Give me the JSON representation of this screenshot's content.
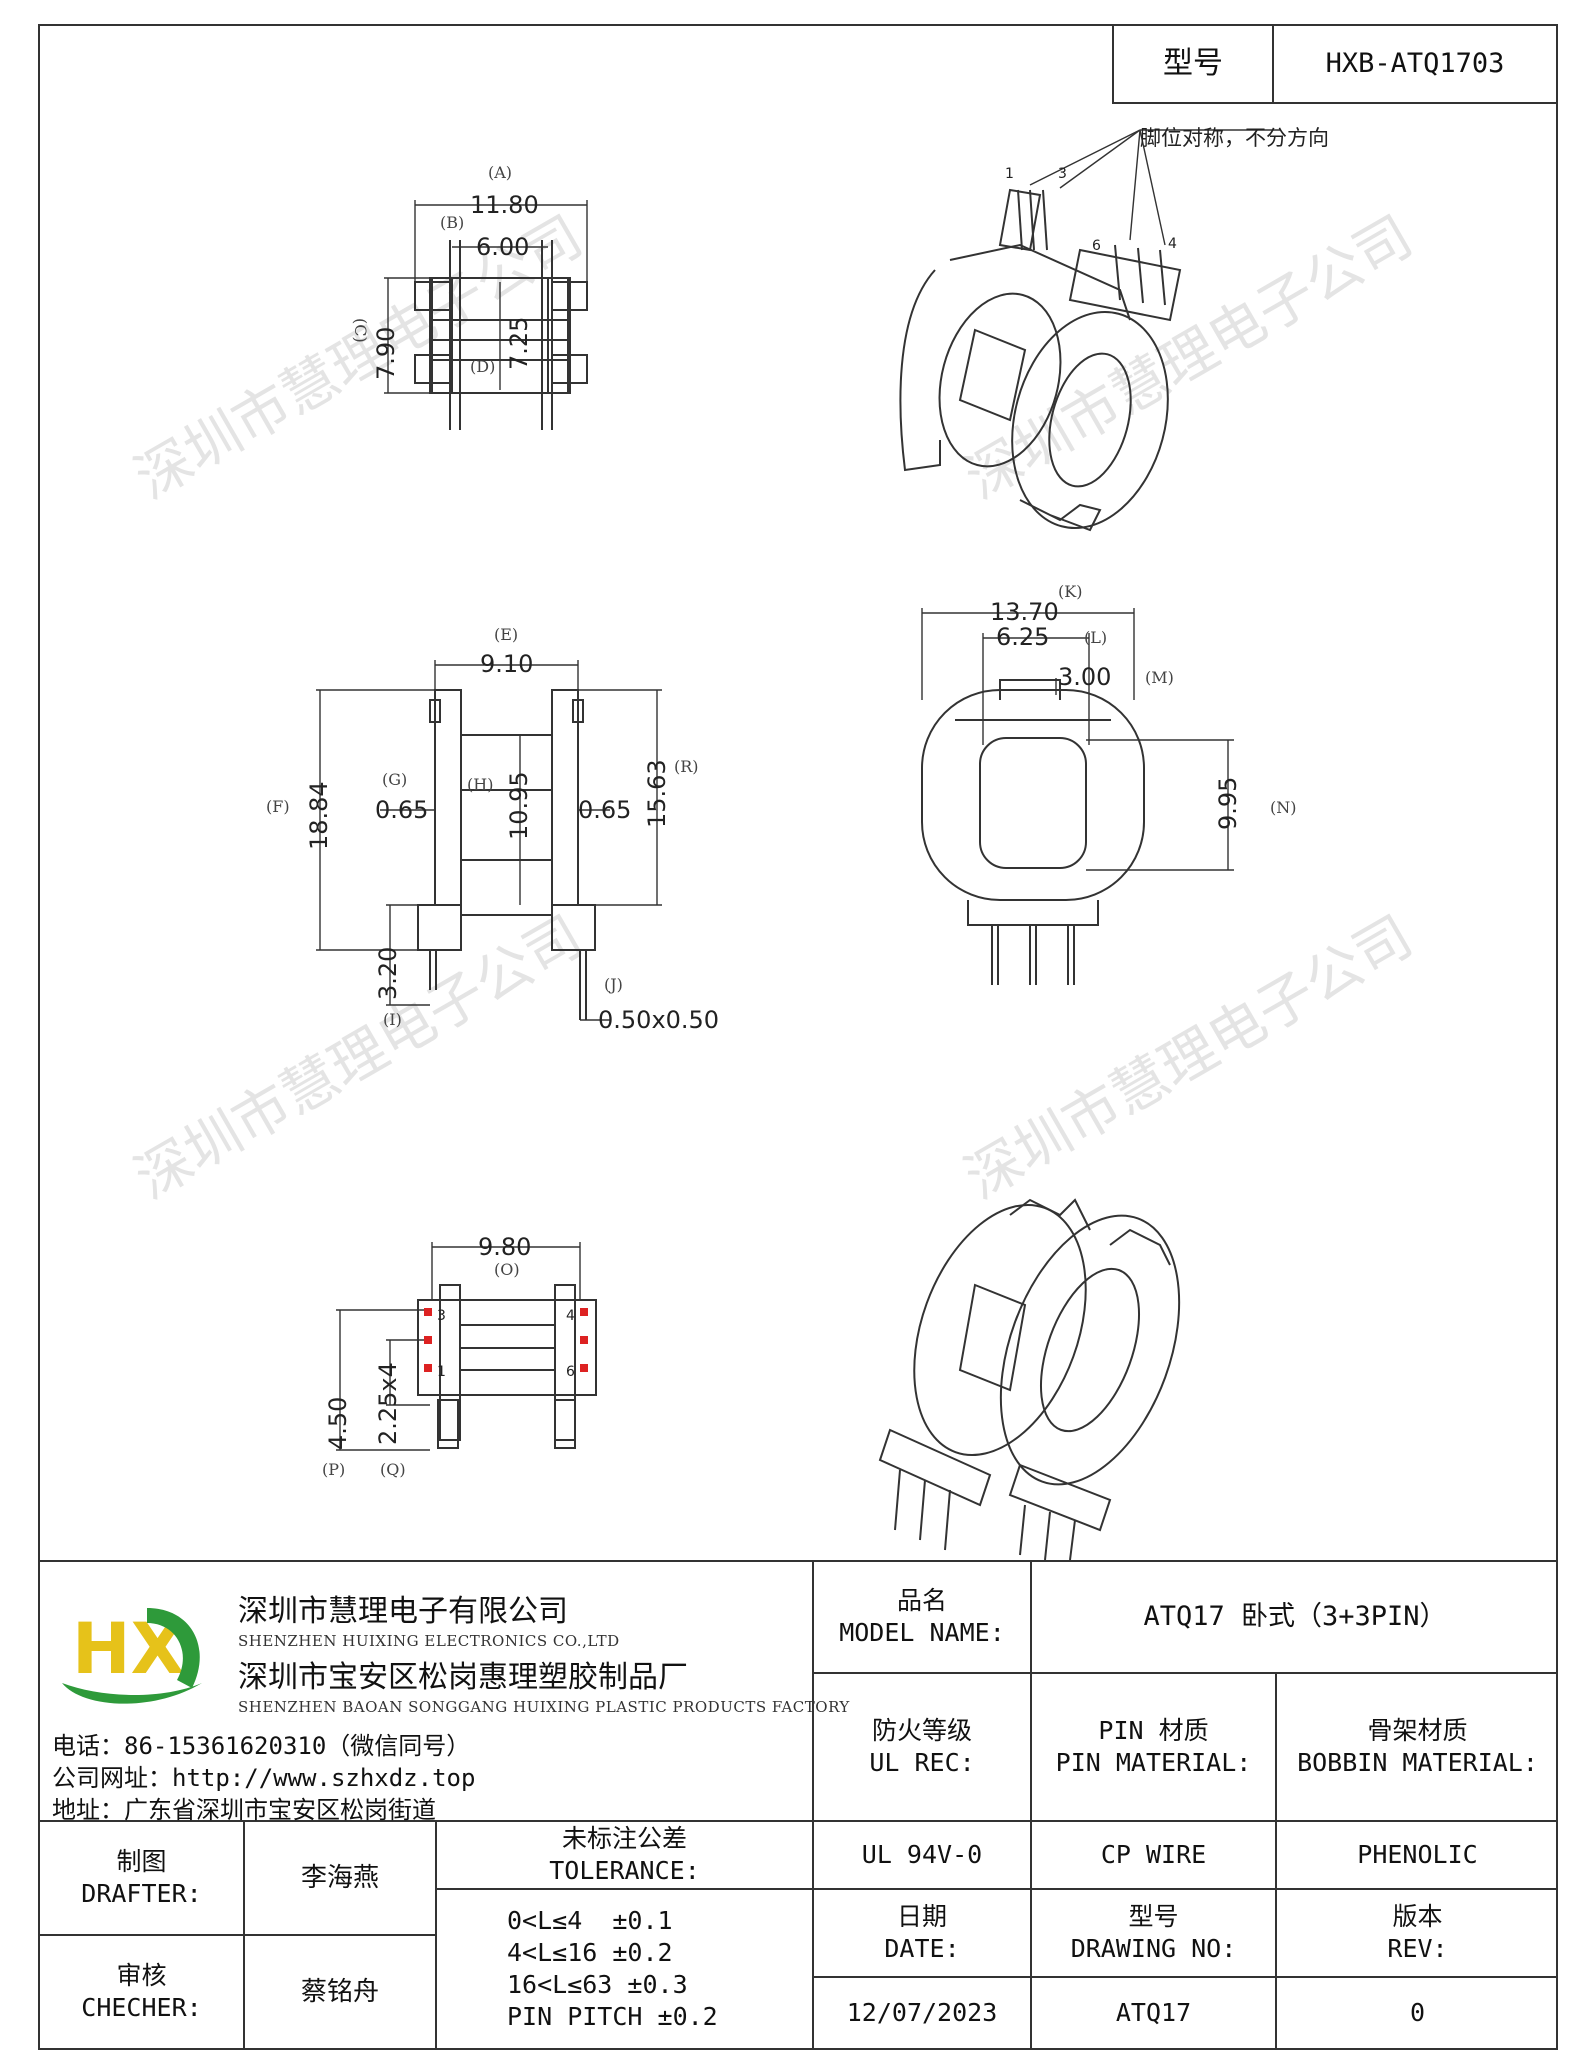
{
  "header": {
    "model_label": "型号",
    "model_value": "HXB-ATQ1703"
  },
  "watermark": "深圳市慧理电子公司",
  "drawing": {
    "pin_note": "脚位对称，不分方向",
    "pins": [
      "1",
      "3",
      "6",
      "4"
    ],
    "view_a": {
      "dim_a": "11.80",
      "dim_b": "6.00",
      "dim_c": "7.90",
      "dim_d": "7.25",
      "lbl_a": "(A)",
      "lbl_b": "(B)",
      "lbl_c": "(C)",
      "lbl_d": "(D)"
    },
    "view_e": {
      "dim_e": "9.10",
      "dim_f": "18.84",
      "dim_g": "0.65",
      "dim_h": "10.95",
      "dim_g2": "0.65",
      "dim_r": "15.63",
      "dim_i": "3.20",
      "dim_j": "0.50x0.50",
      "lbl_e": "(E)",
      "lbl_f": "(F)",
      "lbl_g": "(G)",
      "lbl_h": "(H)",
      "lbl_r": "(R)",
      "lbl_i": "(I)",
      "lbl_j": "(J)"
    },
    "view_k": {
      "dim_k": "13.70",
      "dim_l": "6.25",
      "dim_m": "3.00",
      "dim_n": "9.95",
      "lbl_k": "(K)",
      "lbl_l": "(L)",
      "lbl_m": "(M)",
      "lbl_n": "(N)"
    },
    "view_o": {
      "dim_o": "9.80",
      "dim_p": "4.50",
      "dim_q": "2.25x4",
      "lbl_o": "(O)",
      "lbl_p": "(P)",
      "lbl_q": "(Q)",
      "pin_nums": [
        "3",
        "1",
        "4",
        "6"
      ]
    }
  },
  "company": {
    "name_cn": "深圳市慧理电子有限公司",
    "name_en": "SHENZHEN HUIXING ELECTRONICS CO.,LTD",
    "factory_cn": "深圳市宝安区松岗惠理塑胶制品厂",
    "factory_en": "SHENZHEN BAOAN SONGGANG HUIXING PLASTIC PRODUCTS FACTORY",
    "phone": "电话：86-15361620310（微信同号）",
    "website": "公司网址：http://www.szhxdz.top",
    "address": "地址：广东省深圳市宝安区松岗街道",
    "logo_letters": "HX",
    "colors": {
      "logo_green": "#2e9a3a",
      "logo_yellow": "#e6c21a"
    }
  },
  "titleblock": {
    "model_name_cn": "品名",
    "model_name_en": "MODEL NAME:",
    "model_name_value": "ATQ17 卧式（3+3PIN）",
    "fire_cn": "防火等级",
    "fire_en": "UL REC:",
    "pin_mat_cn": "PIN 材质",
    "pin_mat_en": "PIN MATERIAL:",
    "bobbin_mat_cn": "骨架材质",
    "bobbin_mat_en": "BOBBIN MATERIAL:",
    "fire_value": "UL 94V-0",
    "pin_mat_value": "CP WIRE",
    "bobbin_mat_value": "PHENOLIC",
    "drafter_cn": "制图",
    "drafter_en": "DRAFTER:",
    "drafter_name": "李海燕",
    "checker_cn": "审核",
    "checker_en": "CHECHER:",
    "checker_name": "蔡铭舟",
    "tolerance_cn": "未标注公差",
    "tolerance_en": "TOLERANCE:",
    "tolerances": [
      "0<L≤4  ±0.1",
      "4<L≤16 ±0.2",
      "16<L≤63 ±0.3",
      "PIN PITCH ±0.2"
    ],
    "date_cn": "日期",
    "date_en": "DATE:",
    "date_value": "12/07/2023",
    "drawing_no_cn": "型号",
    "drawing_no_en": "DRAWING NO:",
    "drawing_no_value": "ATQ17",
    "rev_cn": "版本",
    "rev_en": "REV:",
    "rev_value": "0"
  }
}
